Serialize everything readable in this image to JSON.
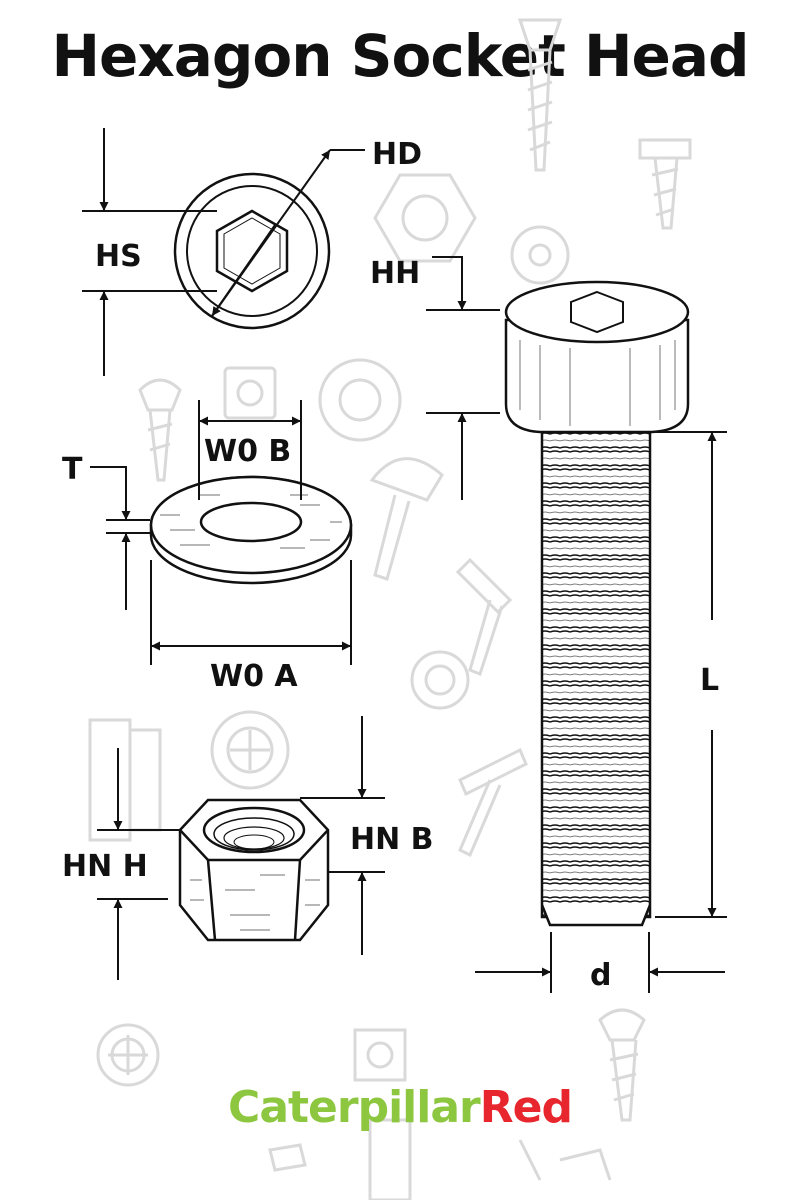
{
  "title": "Hexagon Socket Head",
  "labels": {
    "hd": "HD",
    "hs": "HS",
    "hh": "HH",
    "t": "T",
    "wob": "W0 B",
    "woa": "W0 A",
    "l": "L",
    "hnb": "HN B",
    "hnh": "HN H",
    "d": "d"
  },
  "brand": {
    "part1": "Caterpillar",
    "part2": "Red",
    "color1": "#8dc63f",
    "color2": "#e8262d"
  },
  "colors": {
    "line": "#111111",
    "background_icons": "#d9d9d9"
  },
  "background_icons": [
    "screw-icon",
    "nut-icon",
    "washer-icon",
    "bolt-icon",
    "hinge-icon"
  ]
}
